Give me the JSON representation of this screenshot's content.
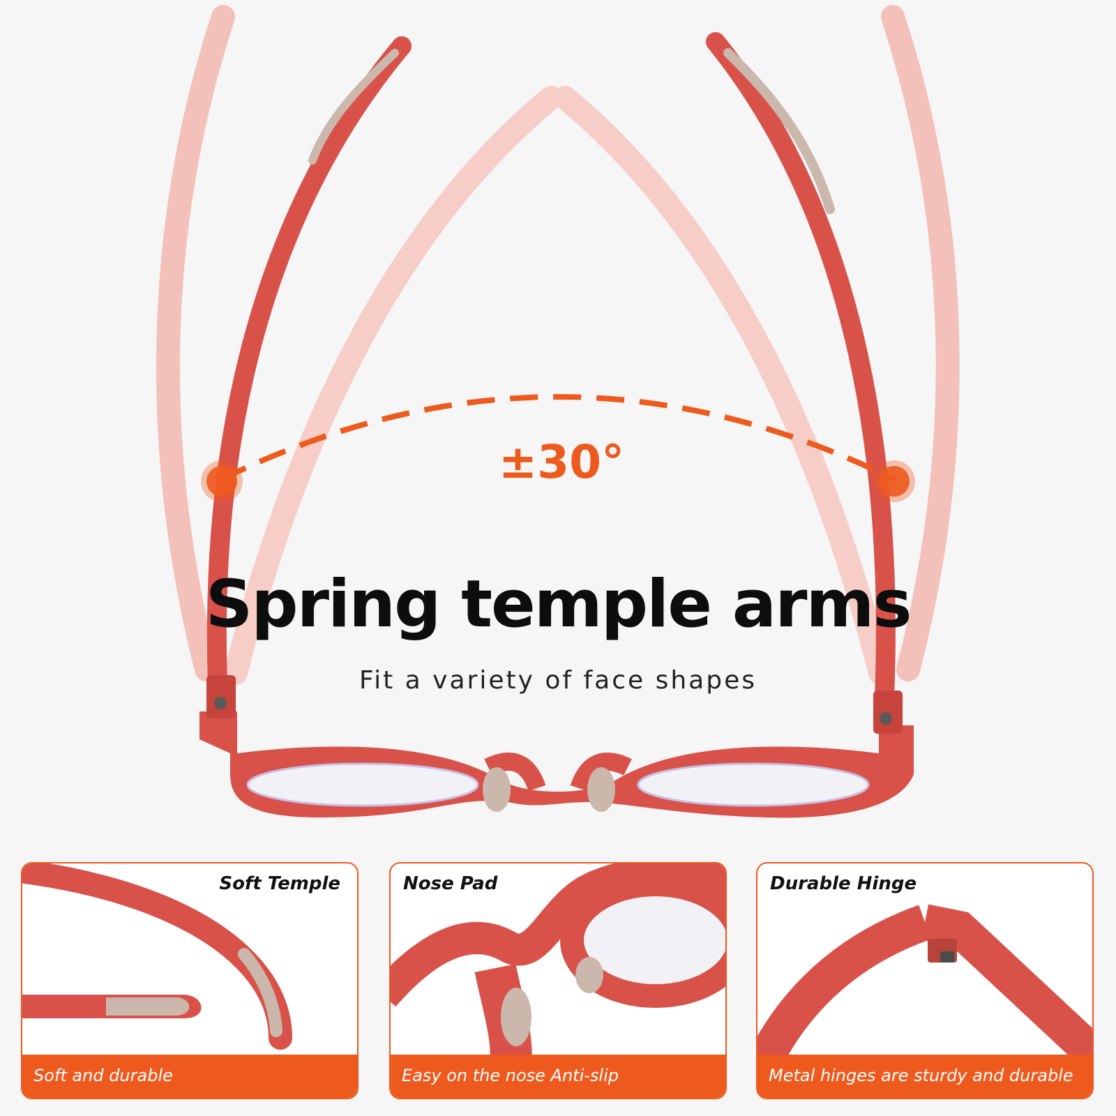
{
  "hero": {
    "angle": "±30°",
    "headline": "Spring temple arms",
    "subline": "Fit a variety of face shapes"
  },
  "colors": {
    "accent": "#ee5a1e",
    "frame": "#d9524a",
    "frame_ghost": "#f1b6b0",
    "tip": "#cbb7ab"
  },
  "cards": [
    {
      "title": "Soft Temple",
      "footer": "Soft and durable",
      "icon": "temple-tip-closeup"
    },
    {
      "title": "Nose Pad",
      "footer": "Easy on the nose Anti-slip",
      "icon": "nose-pad-closeup"
    },
    {
      "title": "Durable Hinge",
      "footer": "Metal hinges are sturdy and durable",
      "icon": "hinge-closeup"
    }
  ]
}
